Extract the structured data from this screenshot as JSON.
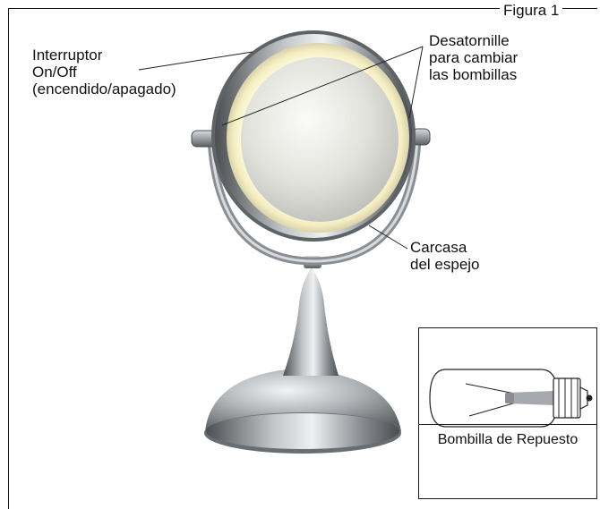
{
  "figure": {
    "caption": "Figura 1"
  },
  "callouts": {
    "switch": "Interruptor\nOn/Off\n(encendido/apagado)",
    "unscrew": "Desatornille\npara cambiar\nlas bombillas",
    "housing": "Carcasa\ndel espejo"
  },
  "inset": {
    "caption": "Bombilla de Repuesto"
  },
  "icons": {
    "mirror": "vanity-mirror-illustration",
    "bulb": "light-bulb-illustration"
  }
}
